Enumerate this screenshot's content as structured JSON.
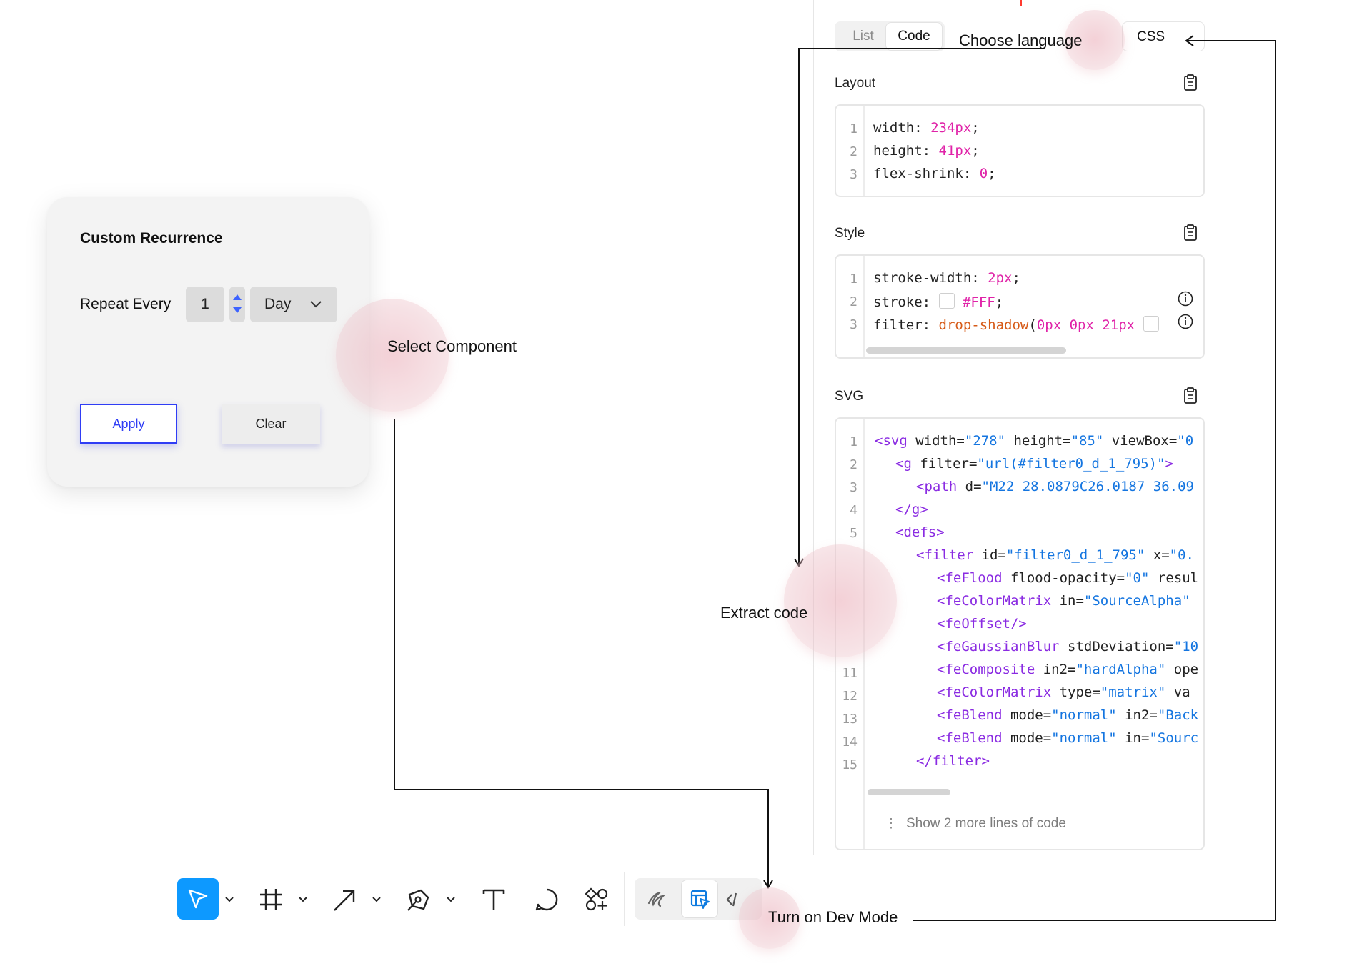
{
  "card": {
    "title": "Custom Recurrence",
    "repeat_label": "Repeat Every",
    "count_value": "1",
    "unit_value": "Day",
    "apply_label": "Apply",
    "clear_label": "Clear"
  },
  "panel": {
    "tabs": [
      {
        "label": "List",
        "active": false
      },
      {
        "label": "Code",
        "active": true
      }
    ],
    "language_value": "CSS",
    "sections": {
      "layout": {
        "title": "Layout",
        "lines": [
          "1",
          "2",
          "3"
        ],
        "code": {
          "l1_prop": "width: ",
          "l1_val": "234px",
          "l1_end": ";",
          "l2_prop": "height: ",
          "l2_val": "41px",
          "l2_end": ";",
          "l3_prop": "flex-shrink: ",
          "l3_val": "0",
          "l3_end": ";"
        }
      },
      "style": {
        "title": "Style",
        "lines": [
          "1",
          "2",
          "3"
        ],
        "code": {
          "l1_prop": "stroke-width: ",
          "l1_val": "2px",
          "l1_end": ";",
          "l2_prop": "stroke: ",
          "l2_val": "#FFF",
          "l2_end": ";",
          "l3_prop": "filter: ",
          "l3_fn": "drop-shadow",
          "l3_open": "(",
          "l3_val": "0px 0px 21px"
        }
      },
      "svg": {
        "title": "SVG",
        "lines": [
          "1",
          "2",
          "3",
          "4",
          "5",
          "11",
          "12",
          "13",
          "14",
          "15"
        ],
        "code": {
          "l1_a": "<svg",
          "l1_b": " width=",
          "l1_c": "\"278\"",
          "l1_d": " height=",
          "l1_e": "\"85\"",
          "l1_f": " viewBox=",
          "l1_g": "\"0",
          "l2_a": "<g",
          "l2_b": " filter=",
          "l2_c": "\"url(#filter0_d_1_795)\"",
          "l2_d": ">",
          "l3_a": "<path",
          "l3_b": " d=",
          "l3_c": "\"M22 28.0879C26.0187 36.09",
          "l4_a": "</g>",
          "l5_a": "<defs>",
          "l6_a": "<filter",
          "l6_b": " id=",
          "l6_c": "\"filter0_d_1_795\"",
          "l6_d": " x=",
          "l6_e": "\"0.",
          "l7_a": "<feFlood",
          "l7_b": " flood-opacity=",
          "l7_c": "\"0\"",
          "l7_d": " resul",
          "l8_a": "<feColorMatrix",
          "l8_b": " in=",
          "l8_c": "\"SourceAlpha\"",
          "l9_a": "<feOffset/>",
          "l10_a": "<feGaussianBlur",
          "l10_b": " stdDeviation=",
          "l10_c": "\"10",
          "l11_a": "<feComposite",
          "l11_b": " in2=",
          "l11_c": "\"hardAlpha\"",
          "l11_d": " ope",
          "l12_a": "<feColorMatrix",
          "l12_b": " type=",
          "l12_c": "\"matrix\"",
          "l12_d": " va",
          "l13_a": "<feBlend",
          "l13_b": " mode=",
          "l13_c": "\"normal\"",
          "l13_d": " in2=",
          "l13_e": "\"Back",
          "l14_a": "<feBlend",
          "l14_b": " mode=",
          "l14_c": "\"normal\"",
          "l14_d": " in=",
          "l14_e": "\"Sourc",
          "l15_a": "</filter>"
        },
        "show_more": "Show 2 more lines of code"
      }
    }
  },
  "toolbar": {
    "tools": [
      "move-tool",
      "frame-tool",
      "arrow-tool",
      "pen-tool",
      "text-tool",
      "comment-tool",
      "actions-tool"
    ],
    "dev_tools": [
      "draw-mode",
      "dev-mode-inspect",
      "code-mode"
    ]
  },
  "annotations": {
    "choose_language": "Choose language",
    "select_component": "Select Component",
    "extract_code": "Extract code",
    "turn_on_dev_mode": "Turn on Dev Mode"
  },
  "colors": {
    "accent_blue": "#0d99ff",
    "apply_blue": "#2f3df5",
    "code_number": "#e023a8",
    "code_function": "#d65a17",
    "code_tag": "#8a2be2",
    "code_string": "#1475e0",
    "callout_blob": "#ecb4be"
  }
}
